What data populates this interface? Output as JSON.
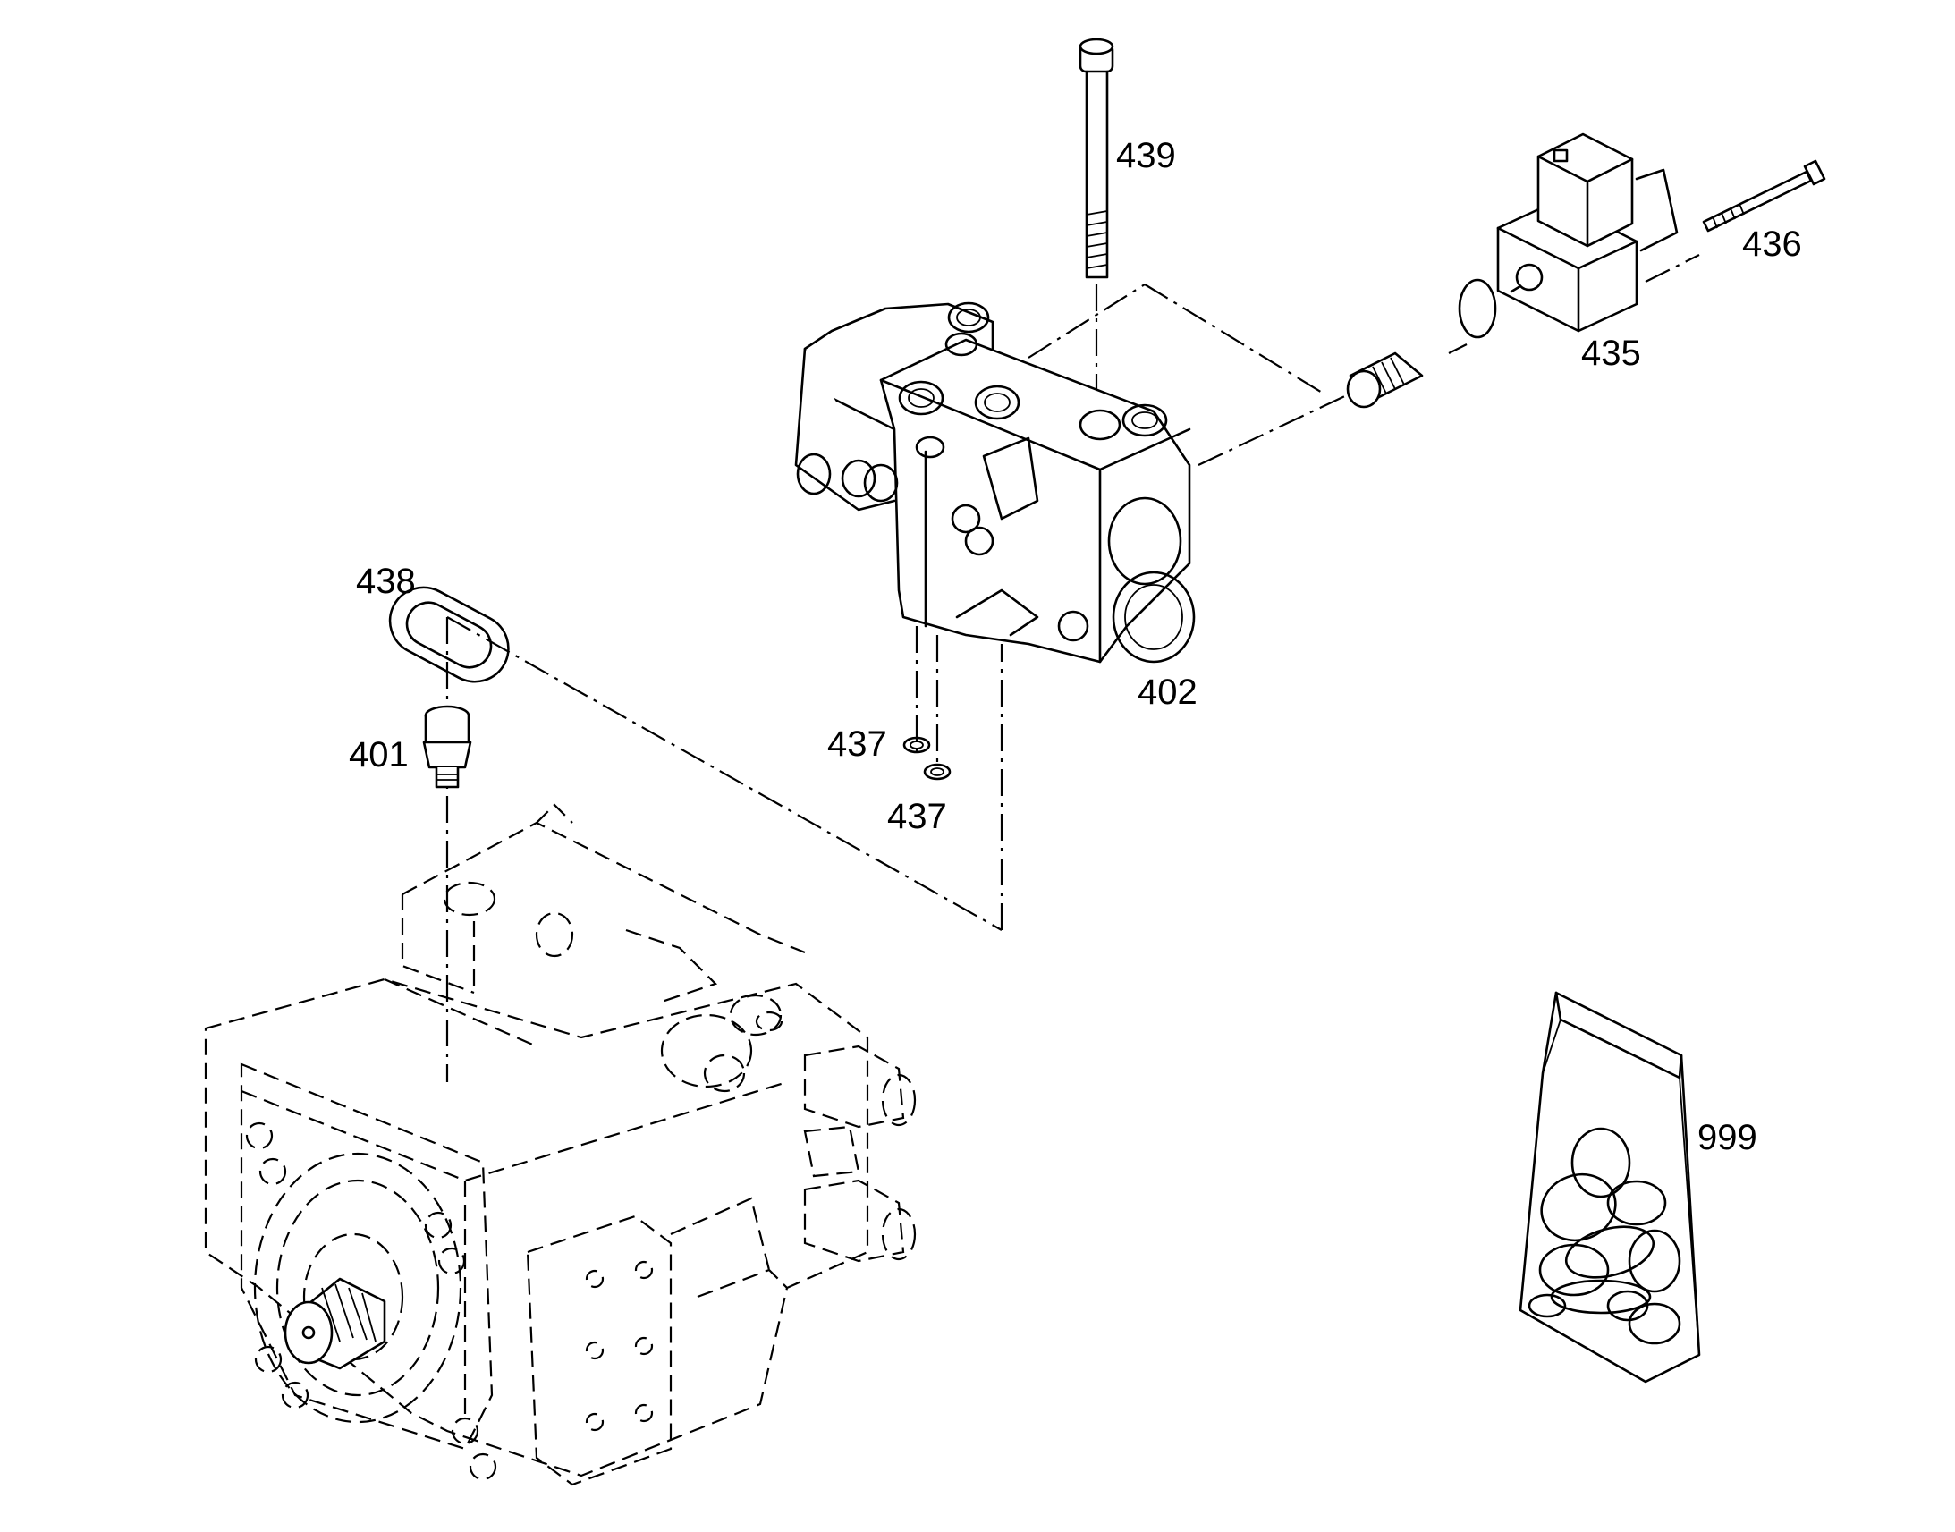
{
  "callouts": {
    "c439": "439",
    "c436": "436",
    "c435": "435",
    "c438": "438",
    "c402": "402",
    "c401": "401",
    "c437a": "437",
    "c437b": "437",
    "c999": "999"
  }
}
